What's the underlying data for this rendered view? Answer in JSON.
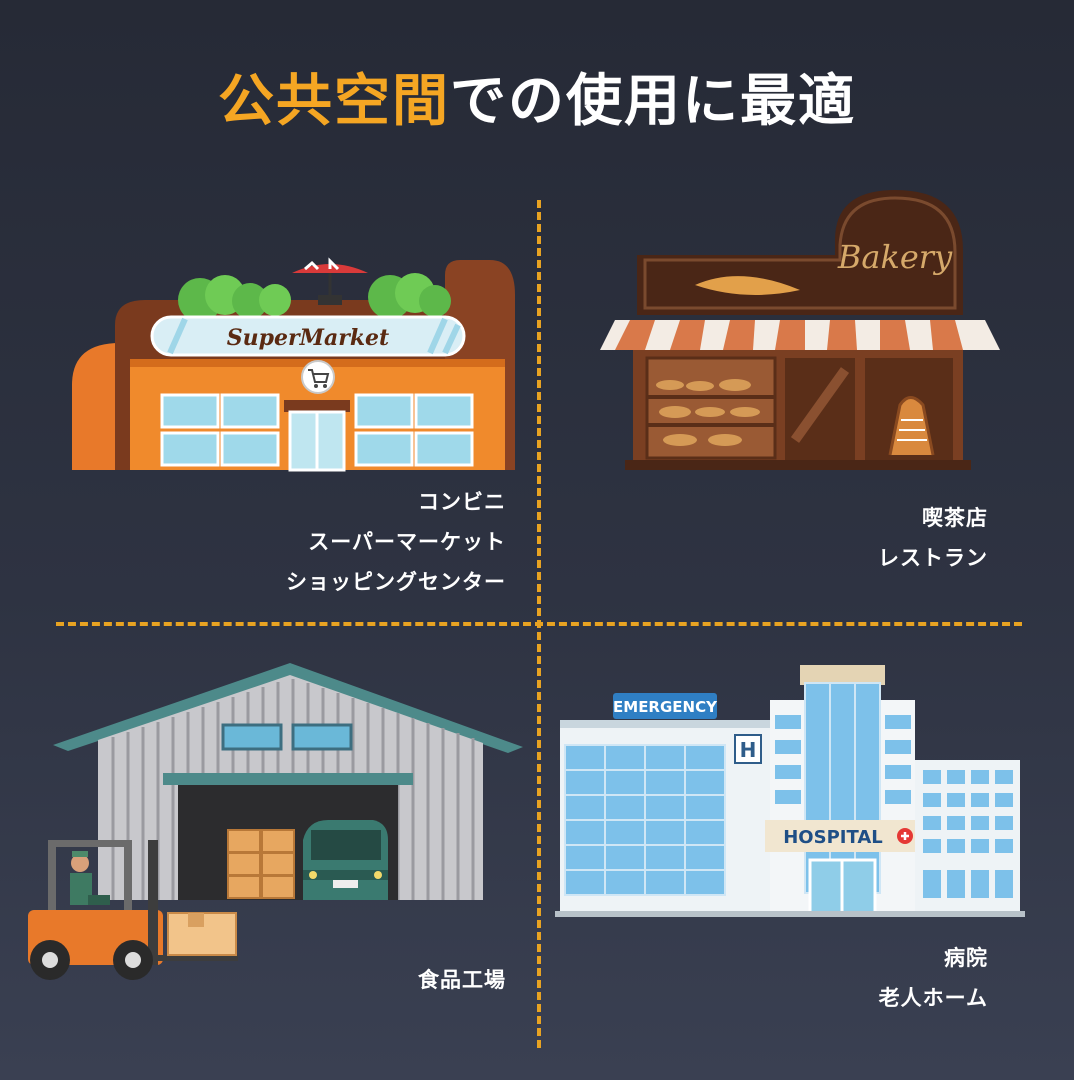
{
  "title": {
    "highlight": "公共空間",
    "rest": "での使用に最適"
  },
  "colors": {
    "accent": "#f5a623",
    "divider": "#e8a322",
    "background": "#2b303d"
  },
  "panels": [
    {
      "signs": {
        "store": "SuperMarket"
      },
      "lines": [
        "コンビニ",
        "スーパーマーケット",
        "ショッピングセンター"
      ]
    },
    {
      "signs": {
        "store": "Bakery"
      },
      "lines": [
        "喫茶店",
        "レストラン"
      ]
    },
    {
      "signs": {},
      "lines": [
        "食品工場"
      ]
    },
    {
      "signs": {
        "emergency": "EMERGENCY",
        "h": "H",
        "hospital": "HOSPITAL"
      },
      "lines": [
        "病院",
        "老人ホーム"
      ]
    }
  ]
}
